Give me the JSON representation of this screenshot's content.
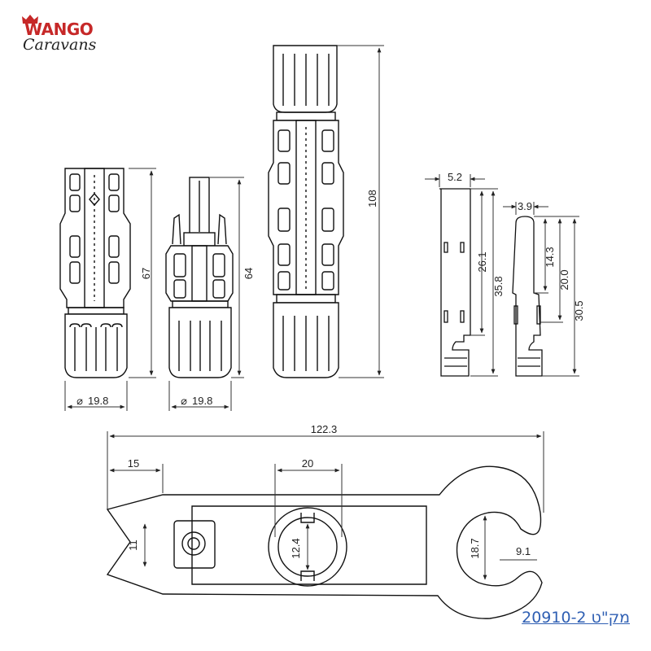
{
  "brand": {
    "line1": "WANGO",
    "line2": "Caravans",
    "crown_icon": "crown-icon",
    "accent_color": "#c62828"
  },
  "sku": "מק\"ט 20910-2",
  "dimensions": {
    "male_connector": {
      "height": "67",
      "diameter": "19.8"
    },
    "female_connector": {
      "height": "64",
      "diameter": "19.8"
    },
    "assembled": {
      "height": "108"
    },
    "female_pin": {
      "width": "5.2",
      "len_a": "26.1",
      "len_b": "35.8"
    },
    "male_pin": {
      "width": "3.9",
      "len_a": "14.3",
      "len_b": "20.0",
      "len_c": "30.5"
    },
    "wrench": {
      "length": "122.3",
      "tab": "15",
      "opening": "20",
      "jaw": "11",
      "inner": "12.4",
      "ring": "18.7",
      "gap": "9.1"
    }
  },
  "colors": {
    "line": "#111111",
    "dim": "#333333",
    "sku_link": "#2f5fb3"
  }
}
